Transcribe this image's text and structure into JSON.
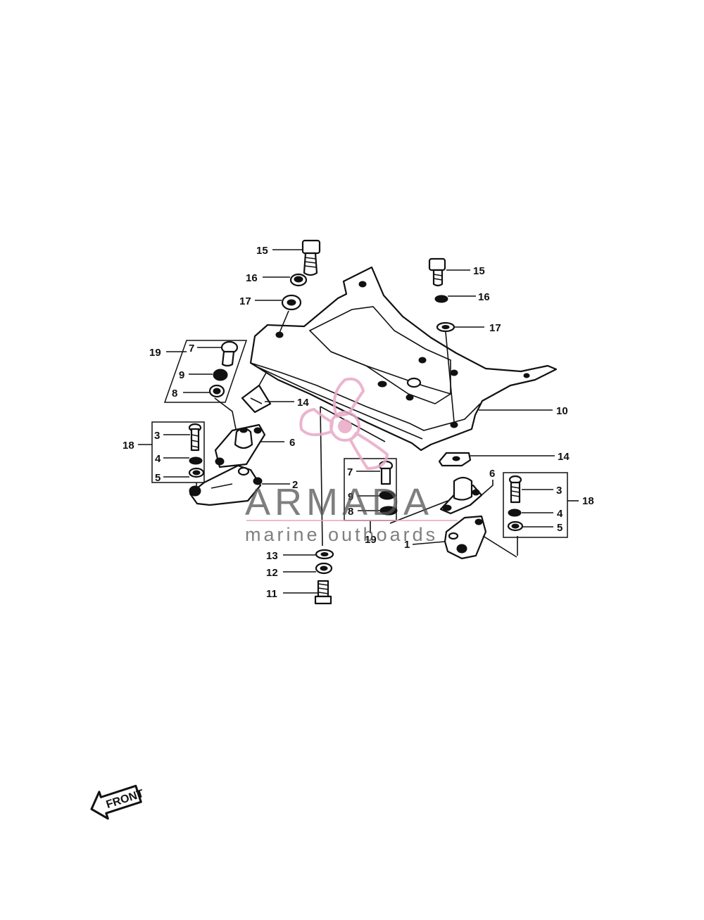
{
  "watermark": {
    "brand": "ARMADA",
    "tagline": "marine outboards",
    "logo_color": "#e8a9c6",
    "text_color": "#555555"
  },
  "orientation": {
    "label": "FRONT"
  },
  "callouts": [
    {
      "id": "c15a",
      "number": "15"
    },
    {
      "id": "c16a",
      "number": "16"
    },
    {
      "id": "c17a",
      "number": "17"
    },
    {
      "id": "c15b",
      "number": "15"
    },
    {
      "id": "c16b",
      "number": "16"
    },
    {
      "id": "c17b",
      "number": "17"
    },
    {
      "id": "c19a",
      "number": "19"
    },
    {
      "id": "c7a",
      "number": "7"
    },
    {
      "id": "c9a",
      "number": "9"
    },
    {
      "id": "c8a",
      "number": "8"
    },
    {
      "id": "c14a",
      "number": "14"
    },
    {
      "id": "c10",
      "number": "10"
    },
    {
      "id": "c18a",
      "number": "18"
    },
    {
      "id": "c3a",
      "number": "3"
    },
    {
      "id": "c4a",
      "number": "4"
    },
    {
      "id": "c5a",
      "number": "5"
    },
    {
      "id": "c6a",
      "number": "6"
    },
    {
      "id": "c2",
      "number": "2"
    },
    {
      "id": "c14b",
      "number": "14"
    },
    {
      "id": "c7b",
      "number": "7"
    },
    {
      "id": "c9b",
      "number": "9"
    },
    {
      "id": "c8b",
      "number": "8"
    },
    {
      "id": "c19b",
      "number": "19"
    },
    {
      "id": "c6b",
      "number": "6"
    },
    {
      "id": "c3b",
      "number": "3"
    },
    {
      "id": "c4b",
      "number": "4"
    },
    {
      "id": "c5b",
      "number": "5"
    },
    {
      "id": "c18b",
      "number": "18"
    },
    {
      "id": "c1",
      "number": "1"
    },
    {
      "id": "c13",
      "number": "13"
    },
    {
      "id": "c12",
      "number": "12"
    },
    {
      "id": "c11",
      "number": "11"
    }
  ]
}
